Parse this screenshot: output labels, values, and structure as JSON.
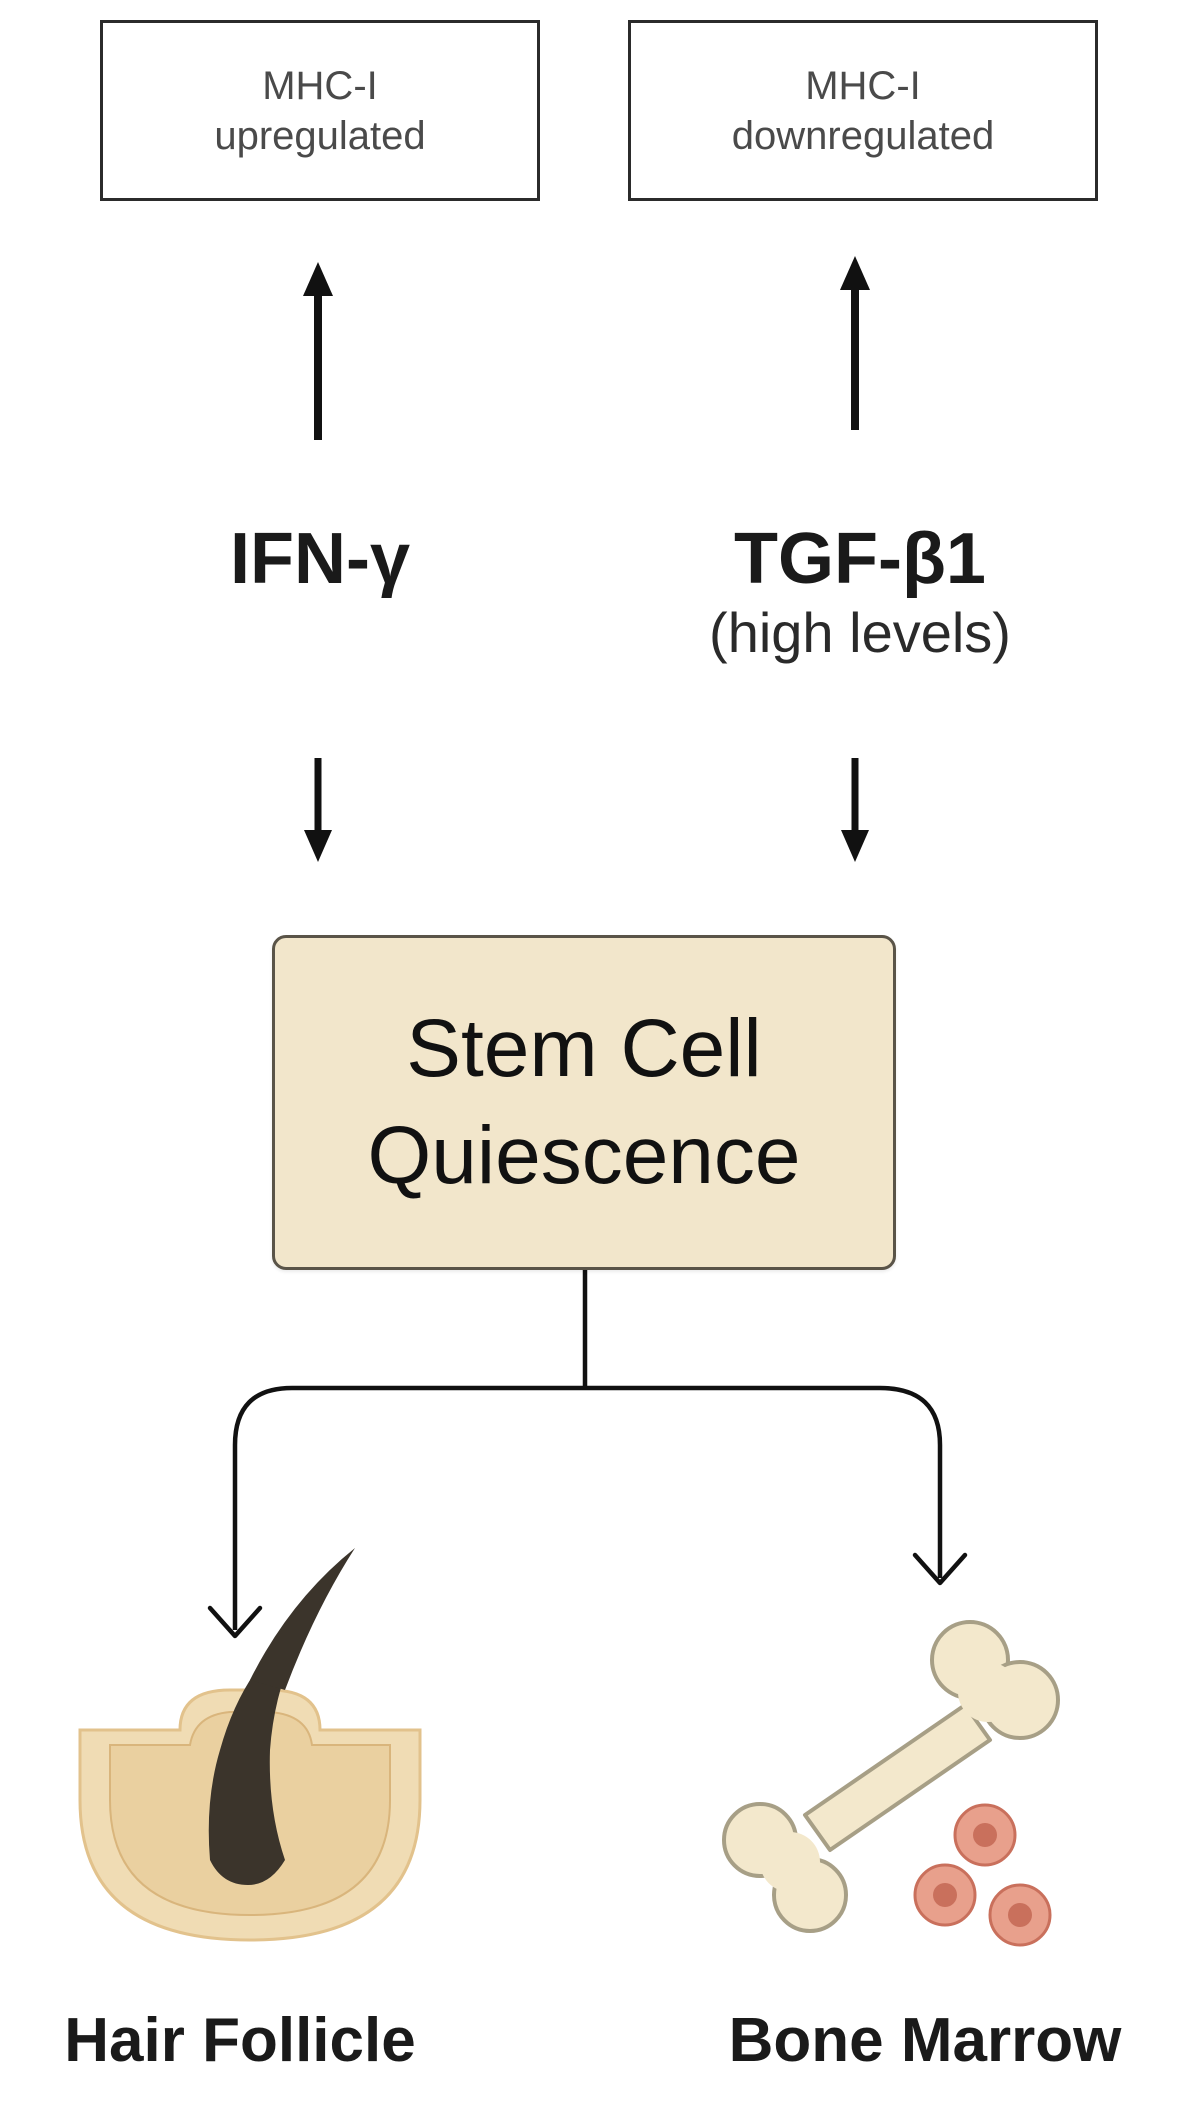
{
  "boxes": {
    "left": {
      "line1": "MHC-I",
      "line2": "upregulated"
    },
    "right": {
      "line1": "MHC-I",
      "line2": "downregulated"
    }
  },
  "signals": {
    "left": {
      "name": "IFN-γ"
    },
    "right": {
      "name": "TGF-β1",
      "sub": "(high levels)"
    }
  },
  "center": {
    "line1": "Stem Cell",
    "line2": "Quiescence"
  },
  "outcomes": {
    "left": "Hair Follicle",
    "right": "Bone Marrow"
  },
  "colors": {
    "line": "#111111",
    "center_fill": "#f2e6cb",
    "follicle_skin": "#f0dcb4",
    "follicle_edge": "#e2c28c",
    "hair": "#3b342b",
    "bone": "#f3e8cc",
    "bone_edge": "#a79f86",
    "marrow_cell": "#e8a08c",
    "marrow_cell_edge": "#c9705c"
  }
}
